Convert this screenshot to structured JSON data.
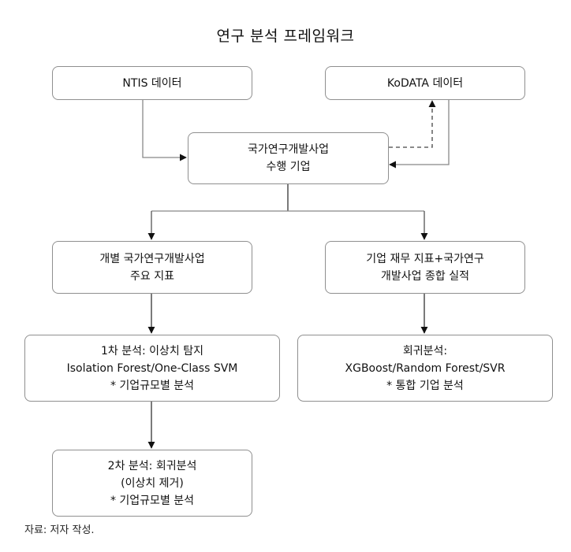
{
  "title": "연구 분석 프레임워크",
  "nodes": {
    "ntis": {
      "lines": [
        "NTIS 데이터"
      ]
    },
    "kodata": {
      "lines": [
        "KoDATA 데이터"
      ]
    },
    "firms": {
      "lines": [
        "국가연구개발사업",
        "수행 기업"
      ]
    },
    "indicators": {
      "lines": [
        "개별 국가연구개발사업",
        "주요 지표"
      ]
    },
    "combined": {
      "lines": [
        "기업 재무 지표+국가연구",
        "개발사업 종합 실적"
      ]
    },
    "first_analysis": {
      "lines": [
        "1차 분석: 이상치 탐지",
        "Isolation Forest/One-Class SVM",
        "* 기업규모별 분석"
      ]
    },
    "regression": {
      "lines": [
        "회귀분석:",
        "XGBoost/Random Forest/SVR",
        "* 통합 기업 분석"
      ]
    },
    "second_analysis": {
      "lines": [
        "2차 분석: 회귀분석",
        "(이상치 제거)",
        "* 기업규모별 분석"
      ]
    }
  },
  "edges": [
    {
      "from": "ntis",
      "to": "firms",
      "style": "solid"
    },
    {
      "from": "firms",
      "to": "kodata",
      "style": "dashed"
    },
    {
      "from": "kodata",
      "to": "firms",
      "style": "solid"
    },
    {
      "from": "firms",
      "to": "indicators",
      "style": "solid"
    },
    {
      "from": "firms",
      "to": "combined",
      "style": "solid"
    },
    {
      "from": "indicators",
      "to": "first_analysis",
      "style": "solid"
    },
    {
      "from": "combined",
      "to": "regression",
      "style": "solid"
    },
    {
      "from": "first_analysis",
      "to": "second_analysis",
      "style": "solid"
    }
  ],
  "source_note": "자료: 저자 작성."
}
